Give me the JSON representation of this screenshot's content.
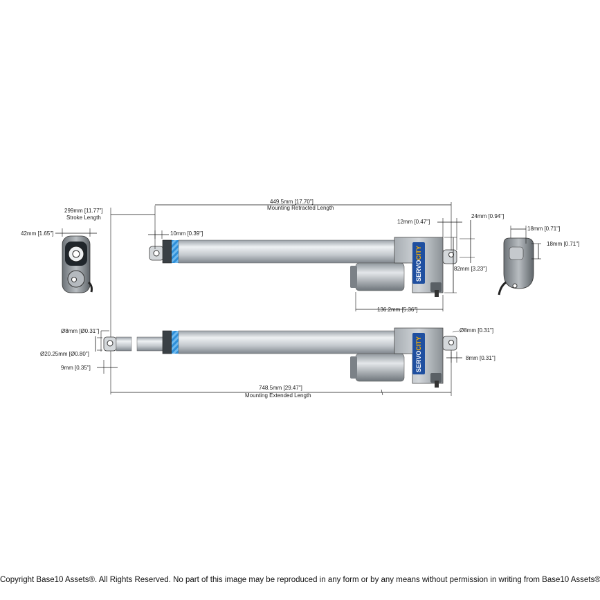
{
  "dimensions": {
    "stroke": "299mm [11.77\"]",
    "stroke_label": "Stroke Length",
    "retracted": "449.5mm [17.70\"]",
    "retracted_label": "Mounting Retracted Length",
    "clevis_offset": "10mm [0.39\"]",
    "end_width": "12mm [0.47\"]",
    "end_height": "24mm [0.94\"]",
    "body_height": "82mm [3.23\"]",
    "motor_length": "136.2mm [5.36\"]",
    "side_width": "42mm [1.65\"]",
    "rear_a": "18mm [0.71\"]",
    "rear_b": "18mm [0.71\"]",
    "rod_hole": "Ø8mm [Ø0.31\"]",
    "rod_diameter": "Ø20.25mm [Ø0.80\"]",
    "rod_end": "9mm [0.35\"]",
    "rear_hole": "Ø8mm [0.31\"]",
    "rear_offset": "8mm [0.31\"]",
    "extended": "748.5mm [29.47\"]",
    "extended_label": "Mounting Extended Length"
  },
  "brand": {
    "name_a": "SERVO",
    "name_b": "CITY"
  },
  "footer": {
    "copyright": "Copyright Base10 Assets®.  All Rights Reserved. No part of this image may be reproduced in any form or by any means without permission in writing from Base10 Assets®."
  },
  "colors": {
    "tube": "#c9ced3",
    "motor": "#b9bec3",
    "housing": "#8a9095",
    "accent": "#2f8fd8",
    "brand_label": "#1f4fa0"
  }
}
